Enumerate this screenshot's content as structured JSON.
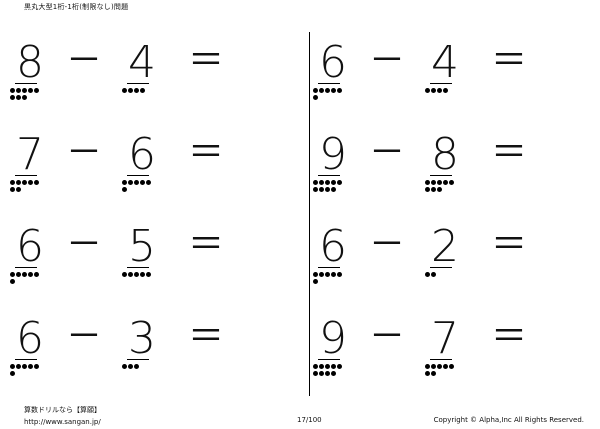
{
  "header": {
    "title": "黒丸大型1桁-1桁(制限なし)問題"
  },
  "problems": [
    {
      "a": 8,
      "op": "－",
      "b": 4,
      "eq": "＝"
    },
    {
      "a": 6,
      "op": "－",
      "b": 4,
      "eq": "＝"
    },
    {
      "a": 7,
      "op": "－",
      "b": 6,
      "eq": "＝"
    },
    {
      "a": 9,
      "op": "－",
      "b": 8,
      "eq": "＝"
    },
    {
      "a": 6,
      "op": "－",
      "b": 5,
      "eq": "＝"
    },
    {
      "a": 6,
      "op": "－",
      "b": 2,
      "eq": "＝"
    },
    {
      "a": 6,
      "op": "－",
      "b": 3,
      "eq": "＝"
    },
    {
      "a": 9,
      "op": "－",
      "b": 7,
      "eq": "＝"
    }
  ],
  "footer": {
    "site_name": "算数ドリルなら【算願】",
    "url": "http://www.sangan.jp/",
    "page": "17/100",
    "copyright": "Copyright © Alpha,Inc All Rights Reserved."
  }
}
